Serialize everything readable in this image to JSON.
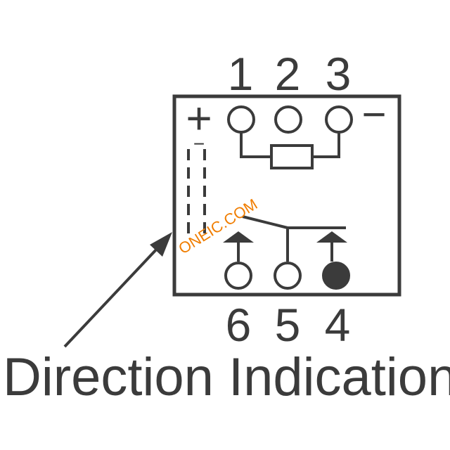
{
  "pins": {
    "top": [
      "1",
      "2",
      "3"
    ],
    "bottom": [
      "6",
      "5",
      "4"
    ]
  },
  "polarity": {
    "plus": "+",
    "minus": "−"
  },
  "caption": "Direction Indication",
  "watermark": "ONEIC.COM",
  "colors": {
    "ink": "#3b3b3b",
    "watermark": "#f07d00",
    "background": "#ffffff"
  }
}
